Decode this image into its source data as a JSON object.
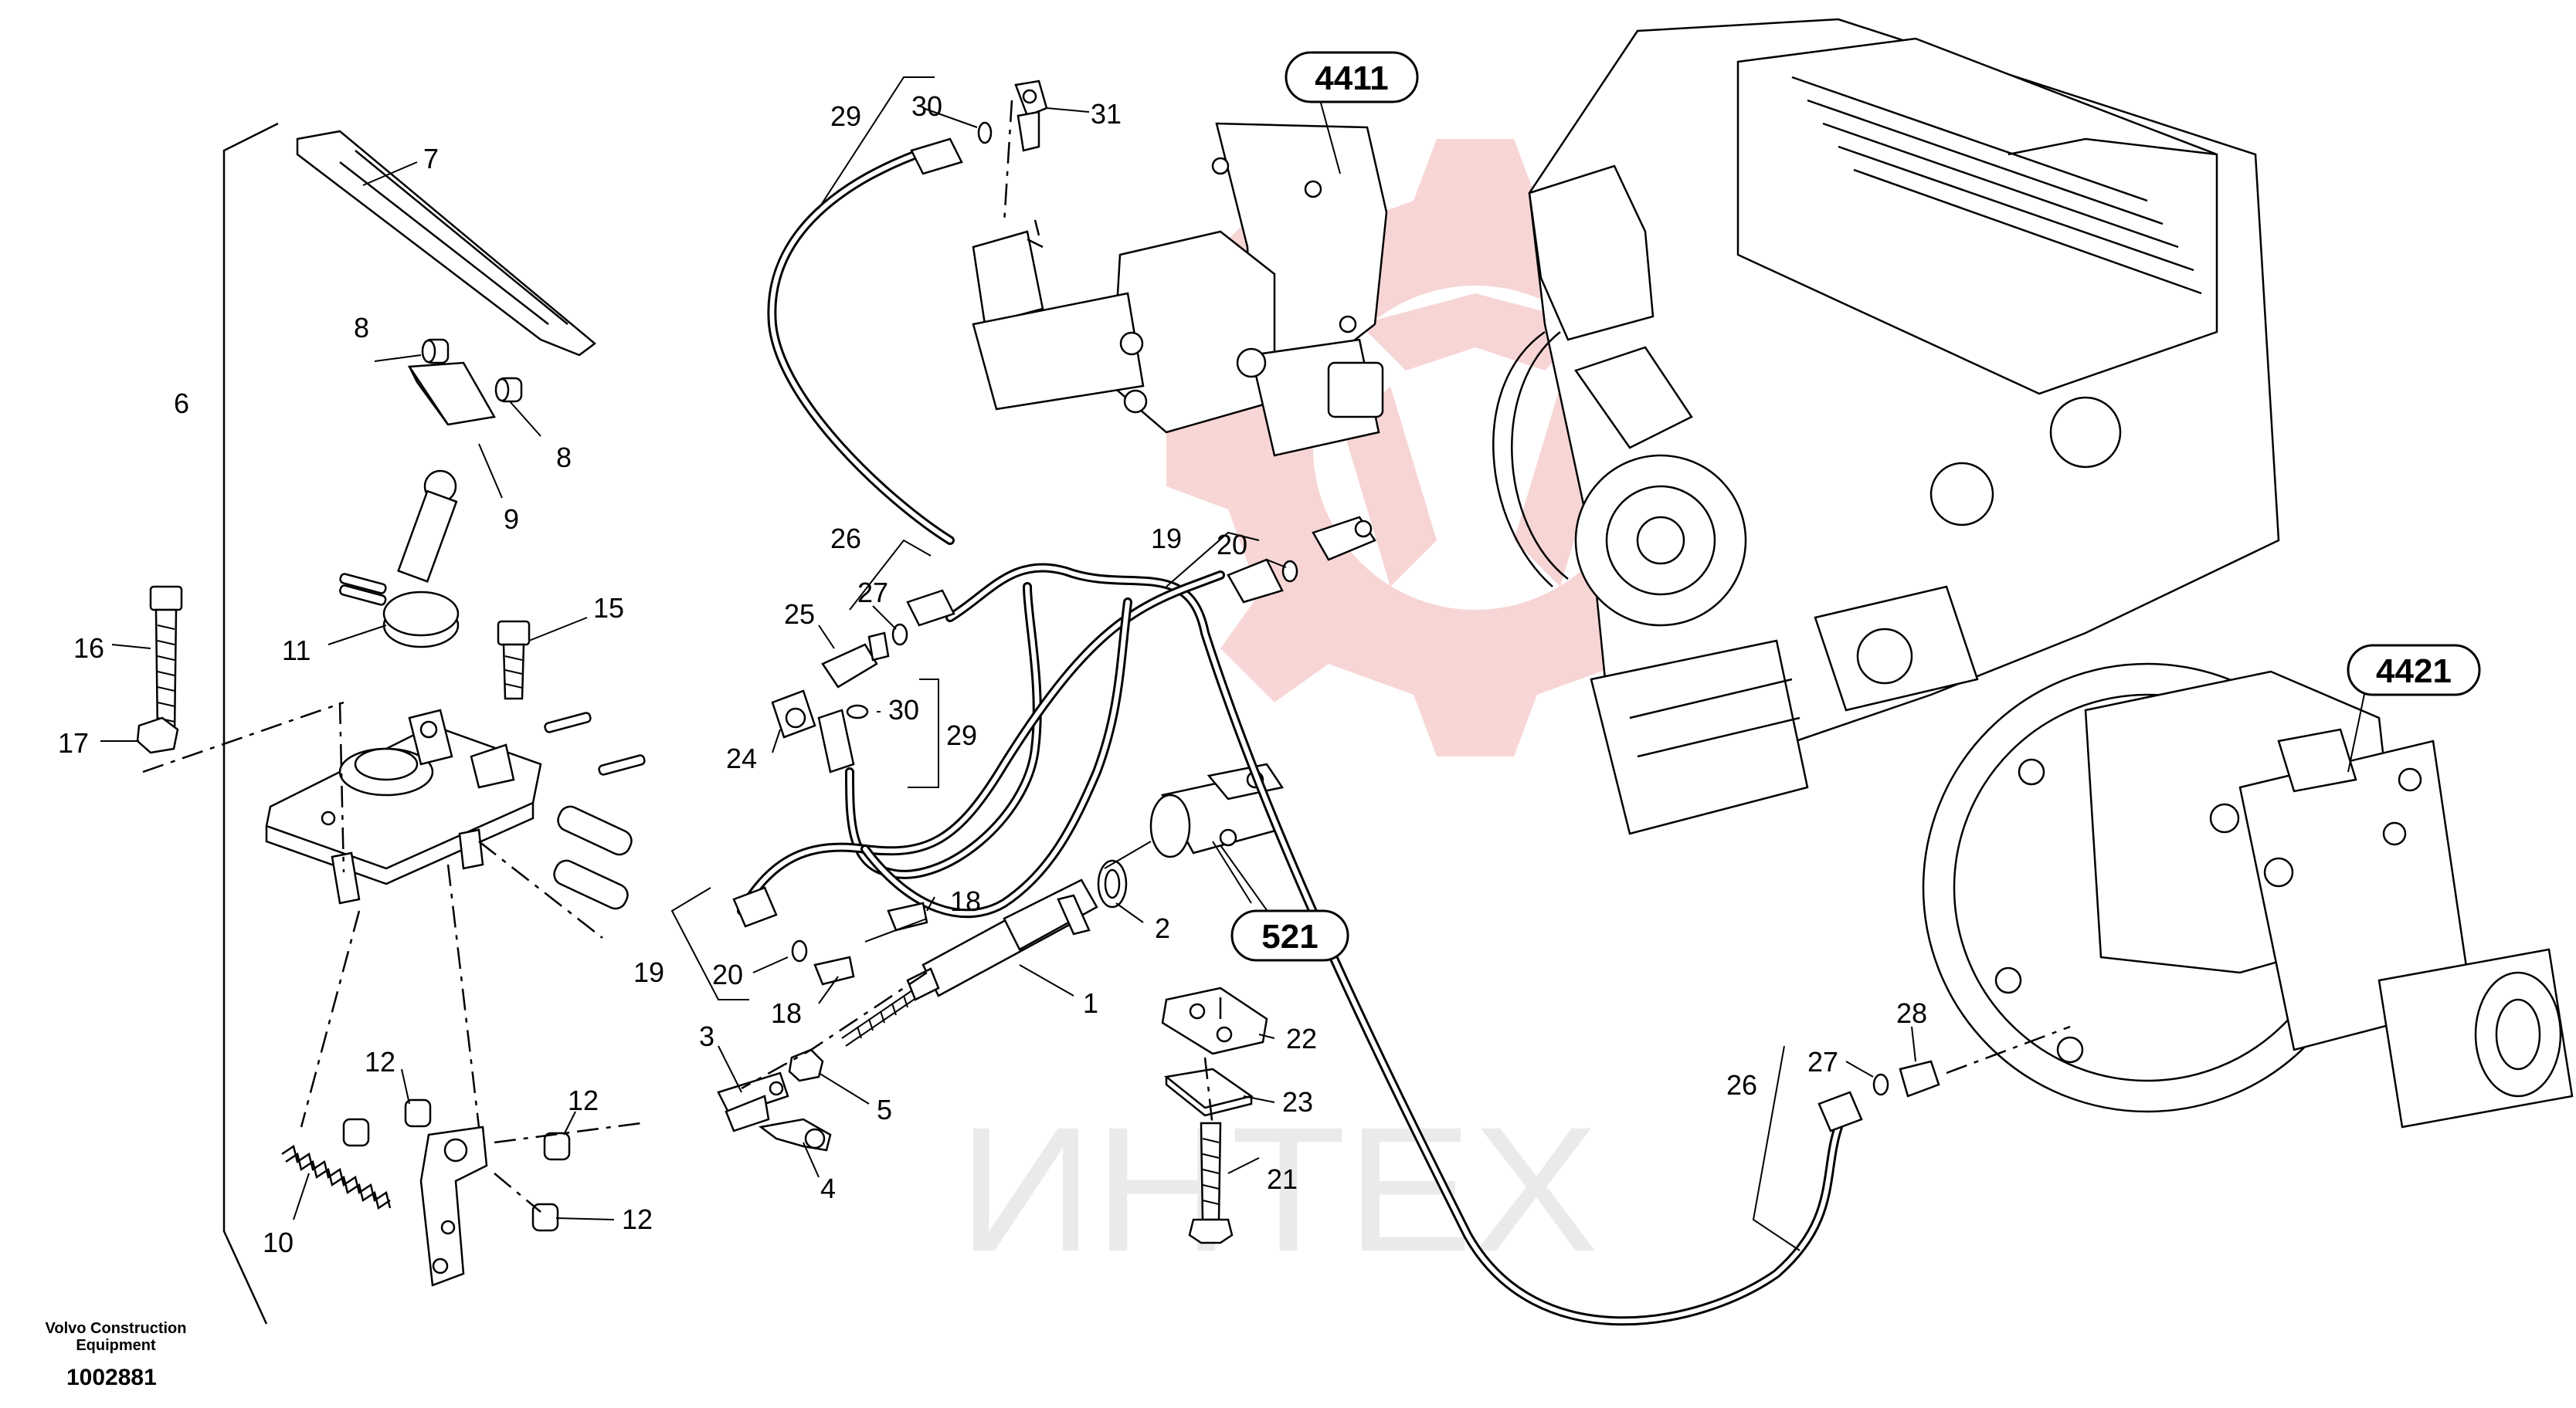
{
  "footer": {
    "brand_line1": "Volvo Construction",
    "brand_line2": "Equipment",
    "drawing_number": "1002881"
  },
  "watermark": {
    "text": "ИНТЕХ",
    "color": "#f4b6b6"
  },
  "reference_boxes": [
    "4411",
    "4421",
    "521"
  ],
  "callouts": {
    "c1": "1",
    "c2": "2",
    "c3": "3",
    "c4": "4",
    "c5": "5",
    "c6": "6",
    "c7": "7",
    "c8a": "8",
    "c8b": "8",
    "c9": "9",
    "c10": "10",
    "c11": "11",
    "c12a": "12",
    "c12b": "12",
    "c12c": "12",
    "c15": "15",
    "c16": "16",
    "c17": "17",
    "c18a": "18",
    "c18b": "18",
    "c19a": "19",
    "c19b": "19",
    "c20a": "20",
    "c20b": "20",
    "c21": "21",
    "c22": "22",
    "c23": "23",
    "c24": "24",
    "c25": "25",
    "c26a": "26",
    "c26b": "26",
    "c27a": "27",
    "c27b": "27",
    "c28": "28",
    "c29a": "29",
    "c29b": "29",
    "c30a": "30",
    "c30b": "30",
    "c31": "31"
  }
}
